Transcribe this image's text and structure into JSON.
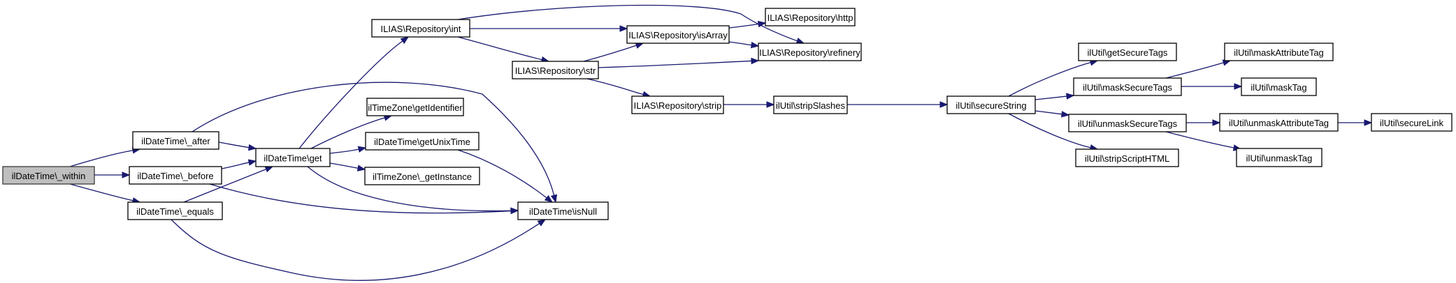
{
  "title": "Call graph of ilDateTime\\_within",
  "colors": {
    "edge": "#191970",
    "root_fill": "#bfbfbf",
    "node_fill": "#ffffff",
    "node_border": "#000000"
  },
  "nodes": [
    {
      "id": "within",
      "label": "ilDateTime\\_within",
      "root": true
    },
    {
      "id": "after",
      "label": "ilDateTime\\_after"
    },
    {
      "id": "before",
      "label": "ilDateTime\\_before"
    },
    {
      "id": "equals",
      "label": "ilDateTime\\_equals"
    },
    {
      "id": "get",
      "label": "ilDateTime\\get"
    },
    {
      "id": "int",
      "label": "ILIAS\\Repository\\int"
    },
    {
      "id": "getIdentifier",
      "label": "ilTimeZone\\getIdentifier"
    },
    {
      "id": "getUnixTime",
      "label": "ilDateTime\\getUnixTime"
    },
    {
      "id": "getInstance",
      "label": "ilTimeZone\\_getInstance"
    },
    {
      "id": "isNull",
      "label": "ilDateTime\\isNull"
    },
    {
      "id": "str",
      "label": "ILIAS\\Repository\\str"
    },
    {
      "id": "isArray",
      "label": "ILIAS\\Repository\\isArray"
    },
    {
      "id": "http",
      "label": "ILIAS\\Repository\\http"
    },
    {
      "id": "refinery",
      "label": "ILIAS\\Repository\\refinery"
    },
    {
      "id": "strip",
      "label": "ILIAS\\Repository\\strip"
    },
    {
      "id": "stripSlashes",
      "label": "ilUtil\\stripSlashes"
    },
    {
      "id": "secureString",
      "label": "ilUtil\\secureString"
    },
    {
      "id": "getSecureTags",
      "label": "ilUtil\\getSecureTags"
    },
    {
      "id": "maskSecureTags",
      "label": "ilUtil\\maskSecureTags"
    },
    {
      "id": "unmaskSecureTags",
      "label": "ilUtil\\unmaskSecureTags"
    },
    {
      "id": "stripScriptHTML",
      "label": "ilUtil\\stripScriptHTML"
    },
    {
      "id": "maskAttributeTag",
      "label": "ilUtil\\maskAttributeTag"
    },
    {
      "id": "maskTag",
      "label": "ilUtil\\maskTag"
    },
    {
      "id": "unmaskAttributeTag",
      "label": "ilUtil\\unmaskAttributeTag"
    },
    {
      "id": "unmaskTag",
      "label": "ilUtil\\unmaskTag"
    },
    {
      "id": "secureLink",
      "label": "ilUtil\\secureLink"
    }
  ],
  "edges": [
    {
      "from": "within",
      "to": "after"
    },
    {
      "from": "within",
      "to": "before"
    },
    {
      "from": "within",
      "to": "equals"
    },
    {
      "from": "after",
      "to": "get"
    },
    {
      "from": "after",
      "to": "isNull"
    },
    {
      "from": "before",
      "to": "get"
    },
    {
      "from": "before",
      "to": "isNull"
    },
    {
      "from": "equals",
      "to": "get"
    },
    {
      "from": "equals",
      "to": "isNull"
    },
    {
      "from": "get",
      "to": "int"
    },
    {
      "from": "get",
      "to": "getIdentifier"
    },
    {
      "from": "get",
      "to": "getUnixTime"
    },
    {
      "from": "get",
      "to": "getInstance"
    },
    {
      "from": "get",
      "to": "isNull"
    },
    {
      "from": "getUnixTime",
      "to": "isNull"
    },
    {
      "from": "int",
      "to": "isArray"
    },
    {
      "from": "int",
      "to": "str"
    },
    {
      "from": "int",
      "to": "refinery"
    },
    {
      "from": "str",
      "to": "isArray"
    },
    {
      "from": "str",
      "to": "refinery"
    },
    {
      "from": "str",
      "to": "strip"
    },
    {
      "from": "isArray",
      "to": "http"
    },
    {
      "from": "isArray",
      "to": "refinery"
    },
    {
      "from": "strip",
      "to": "stripSlashes"
    },
    {
      "from": "stripSlashes",
      "to": "secureString"
    },
    {
      "from": "secureString",
      "to": "getSecureTags"
    },
    {
      "from": "secureString",
      "to": "maskSecureTags"
    },
    {
      "from": "secureString",
      "to": "unmaskSecureTags"
    },
    {
      "from": "secureString",
      "to": "stripScriptHTML"
    },
    {
      "from": "maskSecureTags",
      "to": "maskAttributeTag"
    },
    {
      "from": "maskSecureTags",
      "to": "maskTag"
    },
    {
      "from": "unmaskSecureTags",
      "to": "unmaskAttributeTag"
    },
    {
      "from": "unmaskSecureTags",
      "to": "unmaskTag"
    },
    {
      "from": "unmaskAttributeTag",
      "to": "secureLink"
    }
  ]
}
